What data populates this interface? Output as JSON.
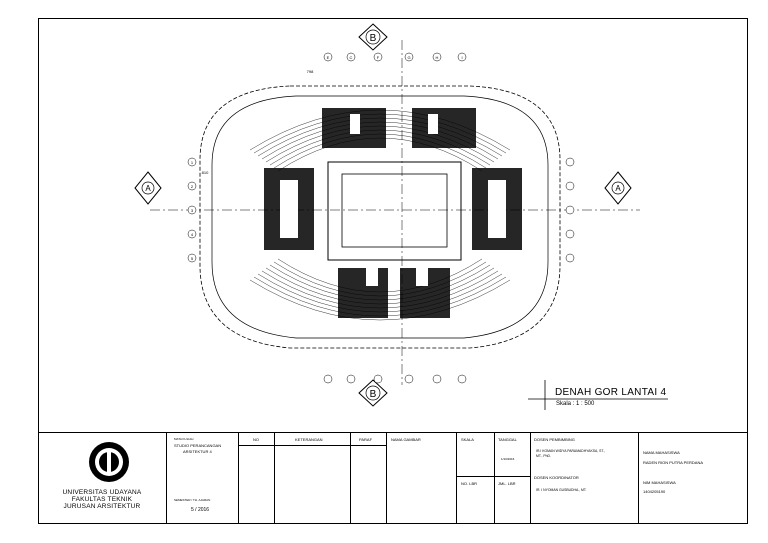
{
  "drawing": {
    "title": "DENAH GOR LANTAI 4",
    "scale_label": "Skala : 1 : 500",
    "section_markers": [
      "A",
      "A",
      "B",
      "B"
    ],
    "grid_letters_top": [
      "E",
      "C",
      "F",
      "G",
      "H",
      "I"
    ],
    "grid_numbers_left": [
      "1",
      "2",
      "3",
      "4",
      "5"
    ],
    "dimension_label": "798",
    "dimension_label_side": "810"
  },
  "title_block": {
    "university": [
      "UNIVERSITAS UDAYANA",
      "FAKULTAS TEKNIK",
      "JURUSAN ARSITEKTUR"
    ],
    "course_header": "MATA KULIAH",
    "course_name": [
      "STUDIO PERANCANGAN",
      "ARSITEKTUR 4"
    ],
    "semester_header": "SEMESTER / TH. AJARAN",
    "semester_value": "5 / 2016",
    "col_no": "NO",
    "col_keterangan": "KETERANGAN",
    "col_paraf": "PARAF",
    "col_nama_gambar": "NAMA GAMBAR",
    "col_skala": "SKALA",
    "col_tanggal": "TANGGAL",
    "tanggal_value": "1/10/2016",
    "col_no_lbr": "NO. LBR",
    "col_jml_lbr": "JML. LBR",
    "dosen_pembimbing_header": "DOSEN PEMBIMBING",
    "dosen_pembimbing_name": [
      "IR.I KOMAN WIDYA PARAMADHYAKSA, ST.,",
      "MT., PhD."
    ],
    "dosen_koordinator_header": "DOSEN KOORDINATOR",
    "dosen_koordinator_name": "IR. I NYOMAN GUSBUDHA., MT.",
    "nama_mahasiswa_header": "NAMA MAHASISWA",
    "nama_mahasiswa_value": "RADEN RION PUTRA PERDANA",
    "nim_header": "NIM MAHASISWA",
    "nim_value": "1404205190"
  }
}
